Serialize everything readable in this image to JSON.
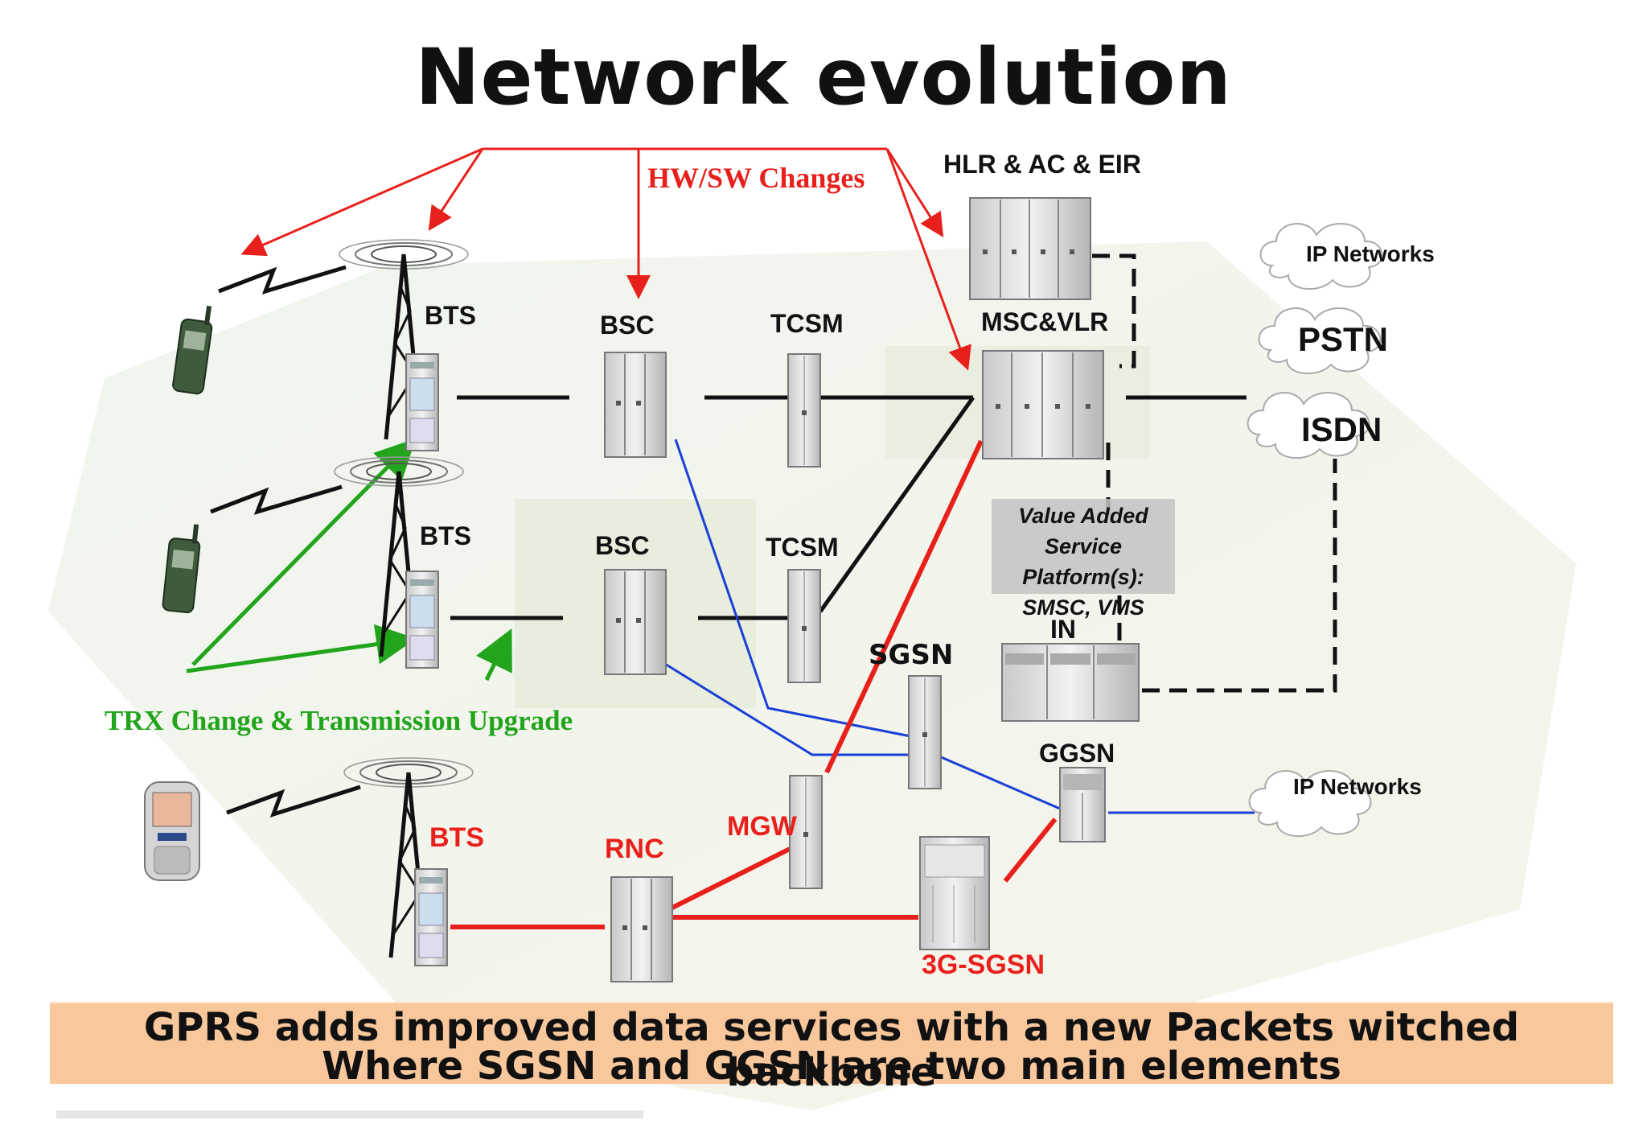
{
  "title": "Network evolution",
  "labels": {
    "hw_sw": "HW/SW Changes",
    "hlr": "HLR & AC & EIR",
    "ip_networks_top": "IP Networks",
    "pstn": "PSTN",
    "isdn": "ISDN",
    "bts1": "BTS",
    "bts2": "BTS",
    "bts3": "BTS",
    "bsc1": "BSC",
    "bsc2": "BSC",
    "tcsm1": "TCSM",
    "tcsm2": "TCSM",
    "msc_vlr": "MSC&VLR",
    "vas_line1": "Value Added",
    "vas_line2": "Service Platform(s):",
    "vas_line3": "SMSC, VMS",
    "in": "IN",
    "sgsn": "SGSN",
    "ggsn": "GGSN",
    "ip_networks_bottom": "IP Networks",
    "mgw": "MGW",
    "rnc": "RNC",
    "sgsn_3g": "3G-SGSN",
    "trx": "TRX Change & Transmission Upgrade"
  },
  "banner": {
    "line1": "GPRS adds improved data services with a new Packets witched backbone",
    "line2": "Where SGSN and GGSN are two main elements"
  },
  "colors": {
    "arrow_red": "#e8201c",
    "arrow_green": "#22a51c",
    "link_blue": "#1a3fd6",
    "banner": "#f9c79c"
  }
}
